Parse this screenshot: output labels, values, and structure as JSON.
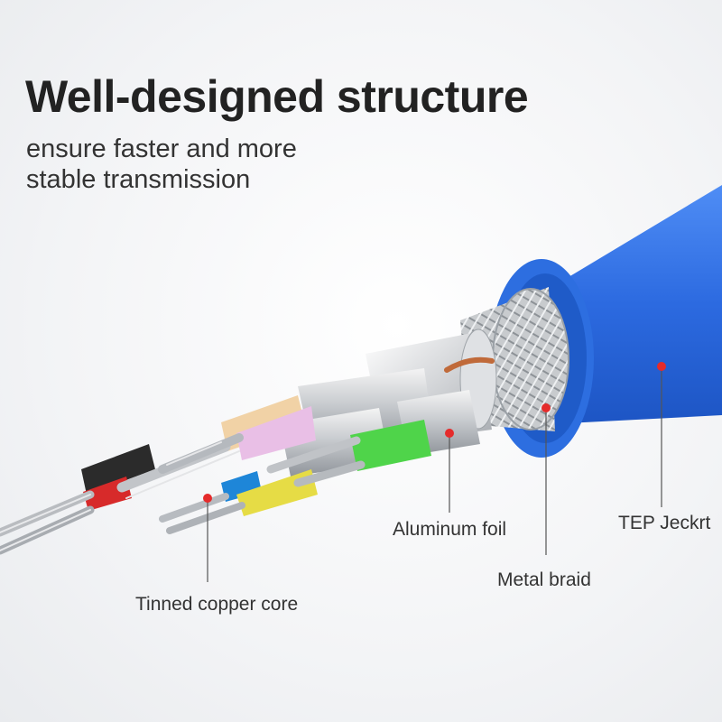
{
  "heading": {
    "title": "Well-designed structure",
    "subtitle_line1": "ensure faster and more",
    "subtitle_line2": "stable transmission"
  },
  "callouts": {
    "core": "Tinned copper core",
    "foil": "Aluminum foil",
    "braid": "Metal braid",
    "jacket": "TEP Jeckrt"
  },
  "colors": {
    "jacket": "#2f6fe0",
    "callout_dot": "#e52b2b",
    "title_text": "#222222"
  }
}
